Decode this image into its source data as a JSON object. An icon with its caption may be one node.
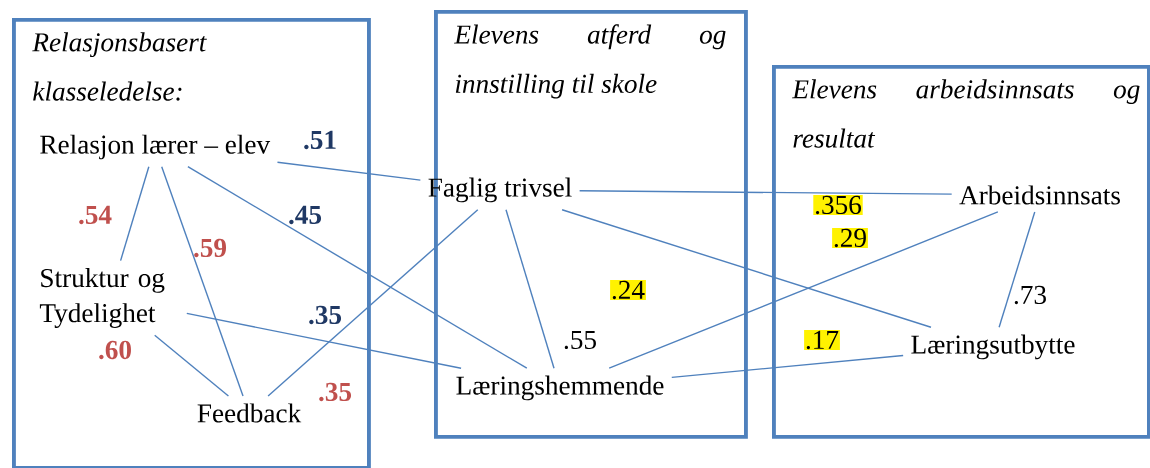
{
  "diagram": {
    "nodes": [
      {
        "text": [
          "Relasjonsbasert klasseledelse:"
        ]
      },
      {
        "text": [
          "Relasjon lærer – elev"
        ],
        "in": 0
      },
      {
        "text": [
          "Struktur og Tydelighet"
        ],
        "in": 0
      },
      {
        "text": [
          "Feedback"
        ],
        "in": 0
      },
      {
        "text": [
          "Elevens atferd og innstilling til skole"
        ]
      },
      {
        "text": [
          "Faglig trivsel"
        ],
        "in": 4
      },
      {
        "text": [
          "Læringshemmende"
        ],
        "in": 4
      },
      {
        "text": [
          "Elevens arbeidsinnsats og resultat"
        ]
      },
      {
        "text": [
          "Arbeidsinnsats"
        ],
        "in": 7
      },
      {
        "text": [
          "Læringsutbytte"
        ],
        "in": 7
      }
    ],
    "edges": [
      {
        "from": 1,
        "to": 2,
        "arrow": "none",
        "label": ".54"
      },
      {
        "from": 1,
        "to": 3,
        "arrow": "none",
        "label": ".59"
      },
      {
        "from": 1,
        "to": 5,
        "arrow": "none",
        "label": ".51"
      },
      {
        "from": 1,
        "to": 6,
        "arrow": "none",
        "label": ".45"
      },
      {
        "from": 2,
        "to": 3,
        "arrow": "none",
        "label": ".60"
      },
      {
        "from": 2,
        "to": 6,
        "arrow": "none",
        "label": ".35"
      },
      {
        "from": 3,
        "to": 5,
        "arrow": "none",
        "label": ".35"
      },
      {
        "from": 5,
        "to": 6,
        "arrow": "none",
        "label": ".55"
      },
      {
        "from": 5,
        "to": 8,
        "arrow": "none",
        "label": ".356"
      },
      {
        "from": 5,
        "to": 9,
        "arrow": "none",
        "label": ".24"
      },
      {
        "from": 6,
        "to": 8,
        "arrow": "none",
        "label": ".29"
      },
      {
        "from": 6,
        "to": 9,
        "arrow": "none",
        "label": ".17"
      },
      {
        "from": 8,
        "to": 9,
        "arrow": "none",
        "label": ".73"
      }
    ]
  }
}
